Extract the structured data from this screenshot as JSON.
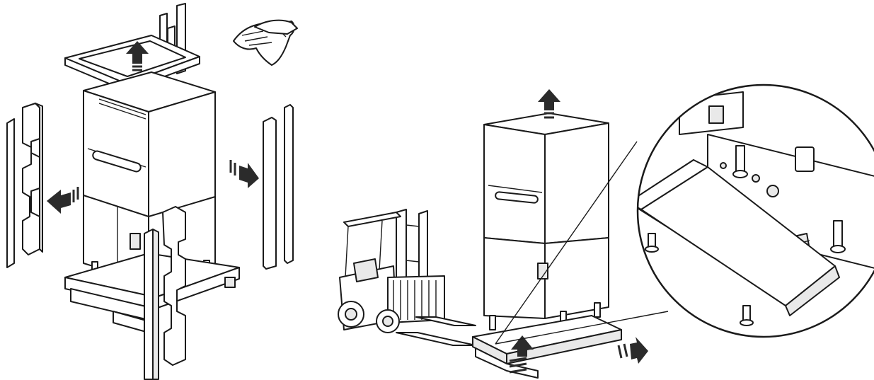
{
  "figure": {
    "left_scene": {
      "parts": [
        "top-frame",
        "gloves",
        "machine",
        "side-foam-left",
        "side-foam-right",
        "corner-post-left",
        "corner-post-right",
        "pallet"
      ],
      "arrows": [
        "up",
        "left",
        "right"
      ]
    },
    "right_scene": {
      "parts": [
        "forklift",
        "machine",
        "pallet",
        "detail-magnifier"
      ],
      "arrows": [
        "up",
        "up",
        "right"
      ]
    },
    "colors": {
      "line": "#1a1a1a",
      "fill": "#ffffff",
      "shade": "#e9e9e9",
      "arrow": "#2b2b2b"
    }
  }
}
